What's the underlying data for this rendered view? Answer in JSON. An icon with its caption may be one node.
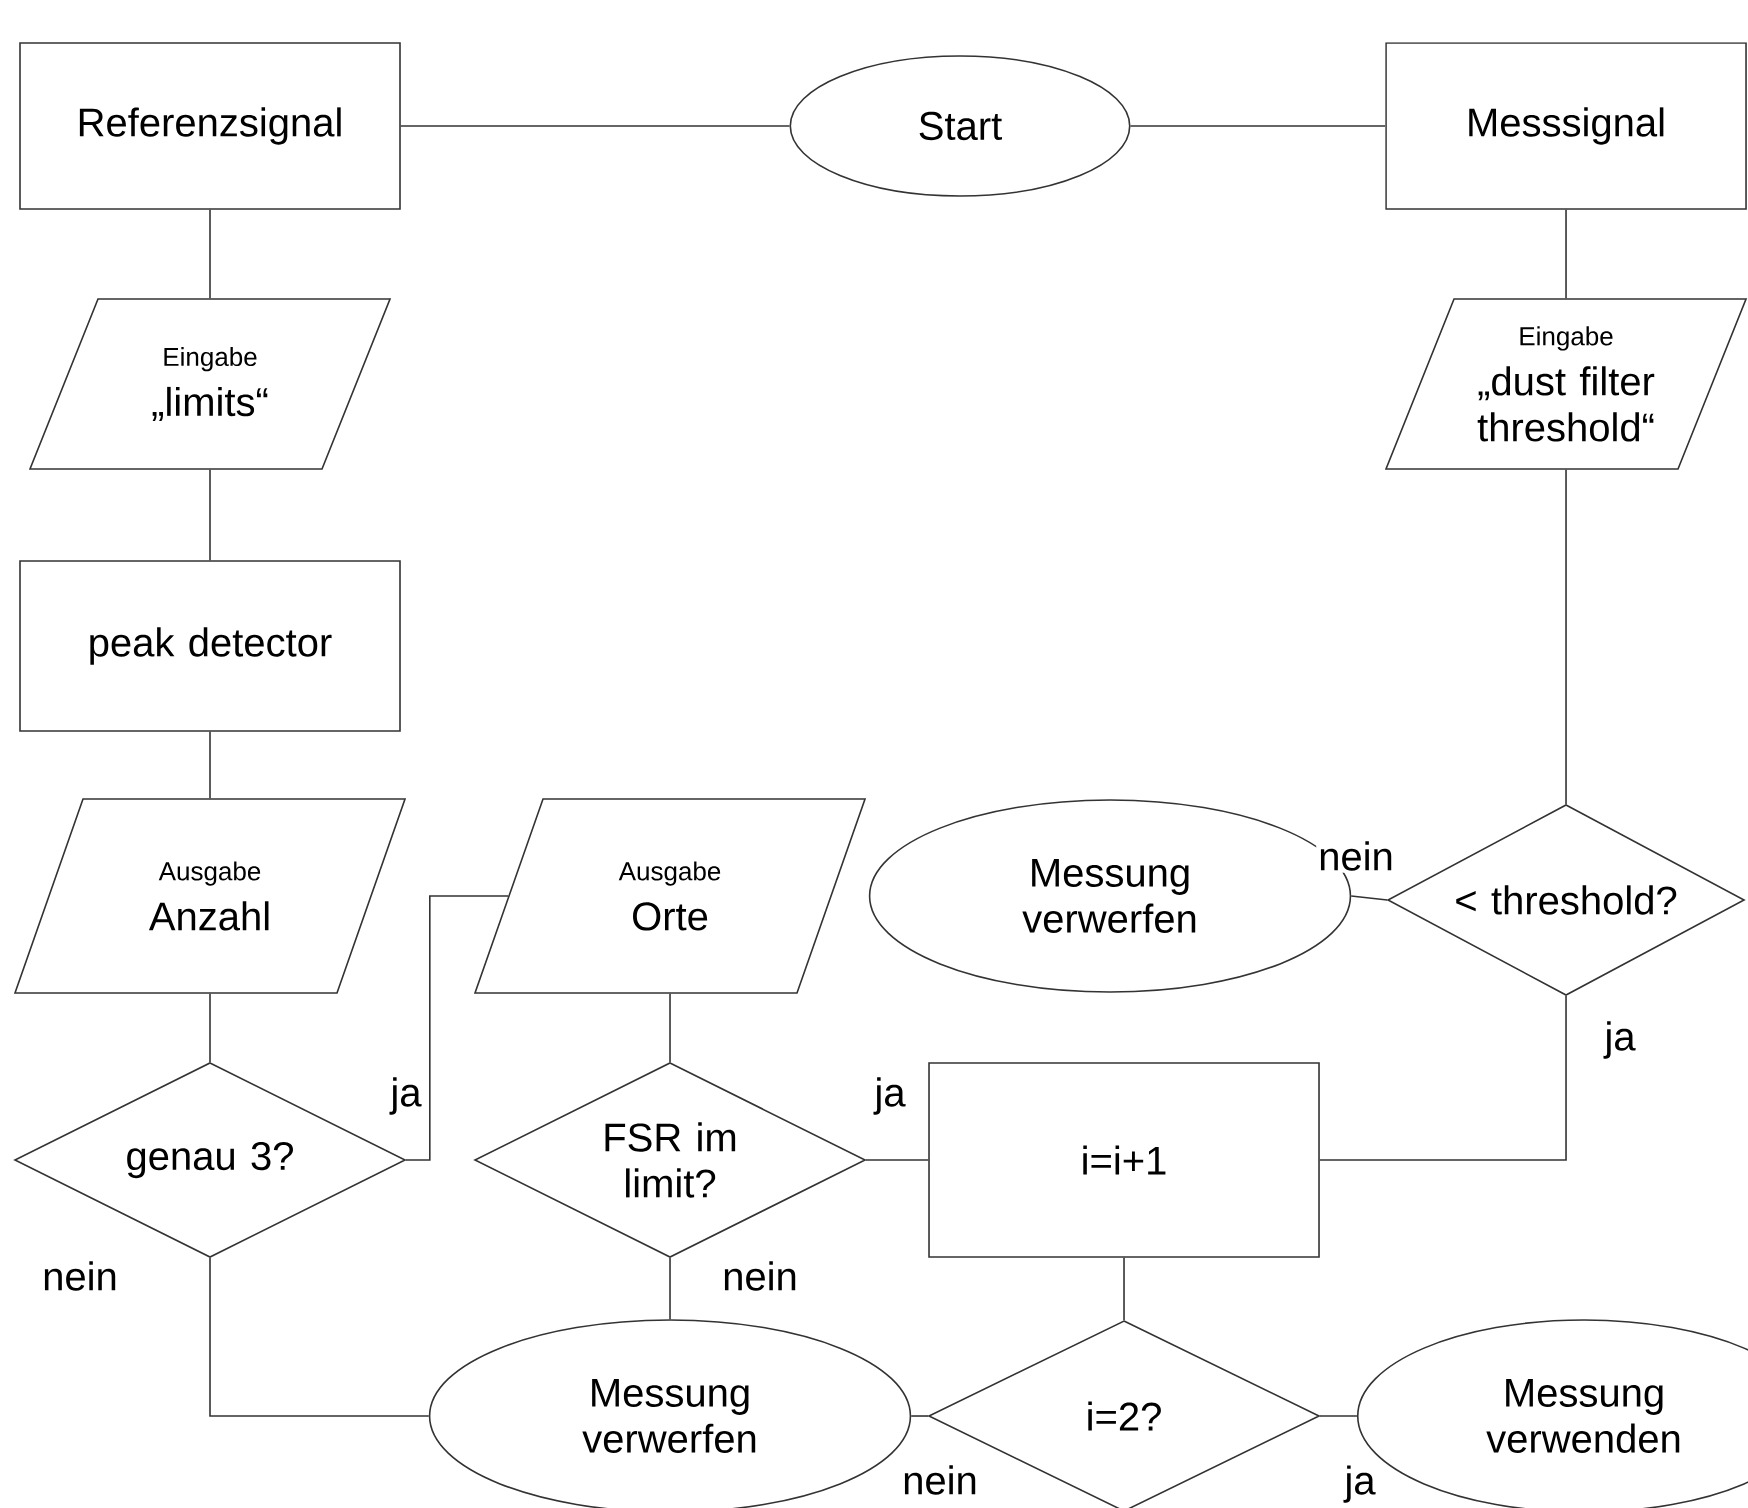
{
  "diagram": {
    "nodes": [
      {
        "text": [
          "Referenzsignal"
        ]
      },
      {
        "text": [
          "Start"
        ]
      },
      {
        "text": [
          "Messsignal"
        ]
      },
      {
        "text": [
          "Eingabe",
          "„limits“"
        ]
      },
      {
        "text": [
          "peak detector"
        ]
      },
      {
        "text": [
          "Ausgabe",
          "Anzahl"
        ]
      },
      {
        "text": [
          "Ausgabe",
          "Orte"
        ]
      },
      {
        "text": [
          "Eingabe",
          "„dust filter threshold“"
        ]
      },
      {
        "text": [
          "< threshold?"
        ]
      },
      {
        "text": [
          "Messung verwerfen"
        ]
      },
      {
        "text": [
          "genau 3?"
        ]
      },
      {
        "text": [
          "FSR im limit?"
        ]
      },
      {
        "text": [
          "i=i+1"
        ]
      },
      {
        "text": [
          "Messung verwerfen"
        ]
      },
      {
        "text": [
          "i=2?"
        ]
      },
      {
        "text": [
          "Messung verwenden"
        ]
      }
    ],
    "edges": [
      {
        "from": 0,
        "to": 1,
        "arrow": "none"
      },
      {
        "from": 1,
        "to": 2,
        "arrow": "none"
      },
      {
        "from": 0,
        "to": 3,
        "arrow": "none"
      },
      {
        "from": 3,
        "to": 4,
        "arrow": "none"
      },
      {
        "from": 4,
        "to": 5,
        "arrow": "none"
      },
      {
        "from": 2,
        "to": 7,
        "arrow": "none"
      },
      {
        "from": 7,
        "to": 8,
        "arrow": "none"
      },
      {
        "from": 8,
        "to": 9,
        "arrow": "none",
        "label": "nein"
      },
      {
        "from": 8,
        "to": 12,
        "arrow": "none",
        "label": "ja"
      },
      {
        "from": 5,
        "to": 10,
        "arrow": "none"
      },
      {
        "from": 10,
        "to": 6,
        "arrow": "none",
        "label": "ja"
      },
      {
        "from": 6,
        "to": 11,
        "arrow": "none"
      },
      {
        "from": 11,
        "to": 12,
        "arrow": "none",
        "label": "ja"
      },
      {
        "from": 11,
        "to": 13,
        "arrow": "none",
        "label": "nein"
      },
      {
        "from": 10,
        "to": 13,
        "arrow": "none",
        "label": "nein"
      },
      {
        "from": 12,
        "to": 14,
        "arrow": "none"
      },
      {
        "from": 14,
        "to": 13,
        "arrow": "none",
        "label": "nein"
      },
      {
        "from": 14,
        "to": 15,
        "arrow": "none",
        "label": "ja"
      }
    ]
  }
}
